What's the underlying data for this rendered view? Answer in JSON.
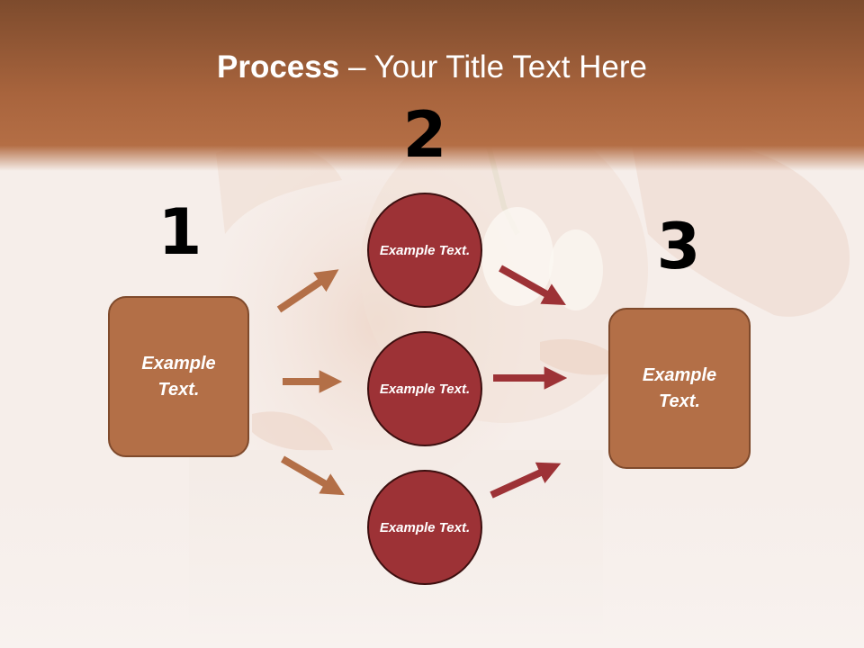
{
  "slide": {
    "title_bold": "Process",
    "title_rest": " – Your Title Text Here"
  },
  "steps": {
    "one": {
      "number": "1",
      "text": "Example Text."
    },
    "two": {
      "number": "2",
      "circles": [
        "Example Text.",
        "Example Text.",
        "Example Text."
      ]
    },
    "three": {
      "number": "3",
      "text": "Example Text."
    }
  },
  "colors": {
    "header_band": "#a3603a",
    "box_fill": "#b36f47",
    "box_border": "#7f4a2c",
    "circle_fill": "#9d3236",
    "circle_border": "#3c0f0f",
    "arrow_in": "#b36f47",
    "arrow_out": "#9d3236"
  }
}
